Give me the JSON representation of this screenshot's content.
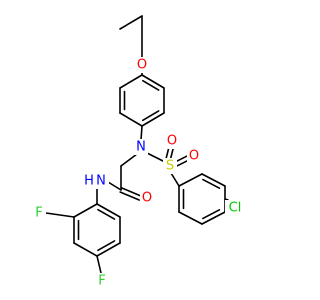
{
  "molecule": {
    "atoms": {
      "ether_oxygen": {
        "symbol": "O",
        "color": "#ff0000"
      },
      "sulfonamide_nitrogen": {
        "symbol": "N",
        "color": "#0000ff"
      },
      "sulfur": {
        "symbol": "S",
        "color": "#cccc00"
      },
      "sulfonyl_oxygen_left": {
        "symbol": "O",
        "color": "#ff0000"
      },
      "sulfonyl_oxygen_right": {
        "symbol": "O",
        "color": "#ff0000"
      },
      "chlorine": {
        "symbol": "Cl",
        "color": "#00cc00"
      },
      "amide_nitrogen": {
        "symbol": "N",
        "color": "#0000ff"
      },
      "amide_hydrogen": {
        "symbol": "H",
        "color": "#0000ff"
      },
      "carbonyl_oxygen": {
        "symbol": "O",
        "color": "#ff0000"
      },
      "fluorine_ortho": {
        "symbol": "F",
        "color": "#33cc33"
      },
      "fluorine_para": {
        "symbol": "F",
        "color": "#33cc33"
      }
    }
  }
}
